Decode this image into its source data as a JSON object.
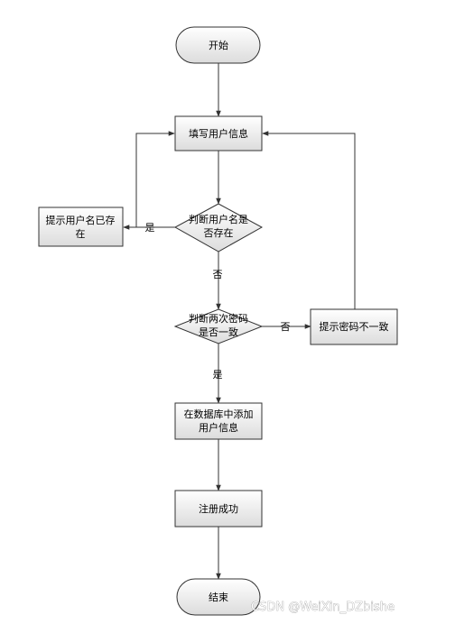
{
  "nodes": {
    "start": "开始",
    "fill_info": "填写用户信息",
    "check_name": [
      "判断用户名是",
      "否存在"
    ],
    "name_exists_msg": [
      "提示用户名已存",
      "在"
    ],
    "check_pwd": [
      "判断两次密码",
      "是否一致"
    ],
    "pwd_mismatch_msg": "提示密码不一致",
    "add_db": [
      "在数据库中添加",
      "用户信息"
    ],
    "register_ok": "注册成功",
    "end": "结束"
  },
  "edge_labels": {
    "name_yes": "是",
    "name_no": "否",
    "pwd_no": "否",
    "pwd_yes": "是"
  },
  "watermark": "CSDN @WeiXin_DZbishe",
  "colors": {
    "box_fill_top": "#ffffff",
    "box_fill_bottom": "#dcdcdc",
    "stroke": "#333333"
  }
}
